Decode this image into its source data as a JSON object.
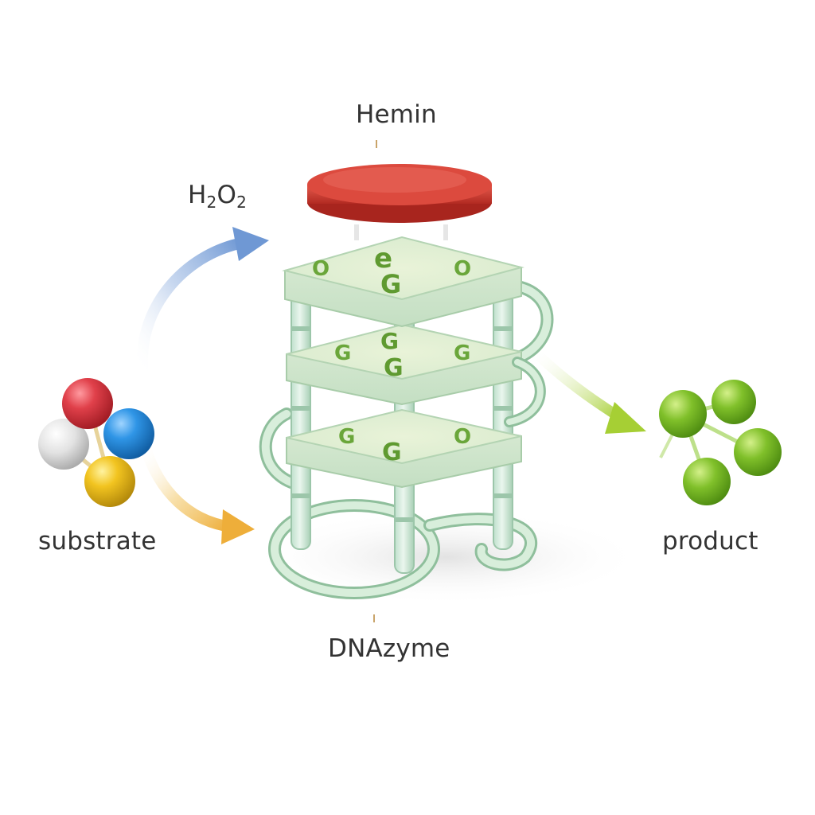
{
  "labels": {
    "hemin": "Hemin",
    "h2o2_main": "H",
    "h2o2_sub1": "2",
    "h2o2_mid": "O",
    "h2o2_sub2": "2",
    "substrate": "substrate",
    "product": "product",
    "dnazyme": "DNAzyme"
  },
  "colors": {
    "hemin_disc": "#cf3a2e",
    "hemin_disc_top": "#e0564a",
    "quartet_plate": "#e4f2dc",
    "quartet_edge": "#b9d9b8",
    "guanine_mark": "#6aa63a",
    "dna_strand": "#cfe6d2",
    "dna_strand_edge": "#8fbf9c",
    "arrow_blue": "#7a9fd6",
    "arrow_orange": "#f0b445",
    "arrow_green": "#a8d13c",
    "atom_red": "#d9343f",
    "atom_blue": "#2a8de0",
    "atom_yellow": "#f0c21c",
    "atom_white": "#e6e6e6",
    "product_green": "#7fbf2a"
  },
  "icons": {
    "hemin": "red-disc",
    "dnazyme": "g-quadruplex-stack",
    "substrate": "molecule-cluster",
    "product": "green-molecule-cluster"
  }
}
